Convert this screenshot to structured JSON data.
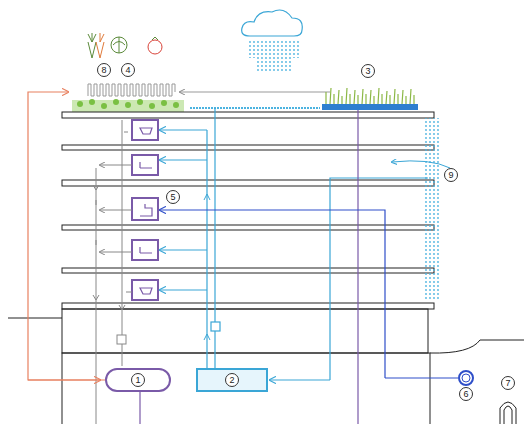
{
  "diagram": {
    "nodes": [
      {
        "text": [
          "1"
        ]
      },
      {
        "text": [
          "2"
        ]
      }
    ],
    "labels": [
      "3",
      "4",
      "5",
      "6",
      "7",
      "8",
      "9"
    ]
  }
}
